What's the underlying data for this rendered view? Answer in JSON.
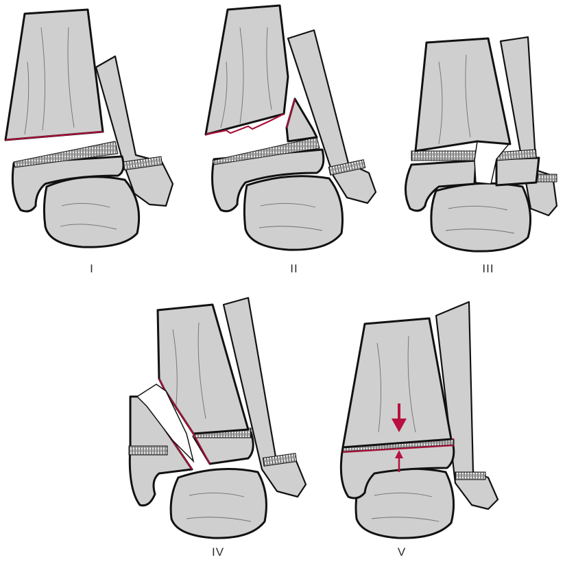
{
  "figure": {
    "panels": [
      {
        "id": "I",
        "label": "I"
      },
      {
        "id": "II",
        "label": "II"
      },
      {
        "id": "III",
        "label": "III"
      },
      {
        "id": "IV",
        "label": "IV"
      },
      {
        "id": "V",
        "label": "V"
      }
    ]
  },
  "colors": {
    "bone_fill": "#cfcfcf",
    "outline": "#111111",
    "fracture_line": "#a8123a",
    "arrow": "#b8103f",
    "background": "#ffffff"
  }
}
